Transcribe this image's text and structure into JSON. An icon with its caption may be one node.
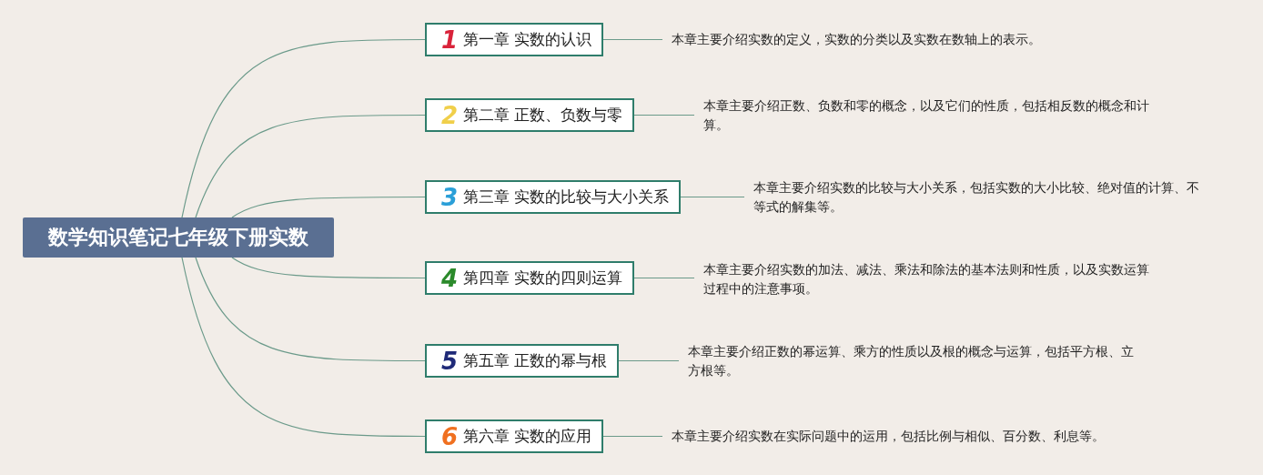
{
  "diagram": {
    "nodes": [
      {
        "text": [
          "数学知识笔记七年级下册实数"
        ]
      },
      {
        "text": [
          "1",
          "第一章 实数的认识"
        ]
      },
      {
        "text": [
          "本章主要介绍实数的定义，实数的分类以及实数在数轴上的表示。"
        ]
      },
      {
        "text": [
          "2",
          "第二章 正数、负数与零"
        ]
      },
      {
        "text": [
          "本章主要介绍正数、负数和零的概念，以及它们的性质，包括相反数的概念和计算。"
        ]
      },
      {
        "text": [
          "3",
          "第三章 实数的比较与大小关系"
        ]
      },
      {
        "text": [
          "本章主要介绍实数的比较与大小关系，包括实数的大小比较、绝对值的计算、不等式的解集等。"
        ]
      },
      {
        "text": [
          "4",
          "第四章 实数的四则运算"
        ]
      },
      {
        "text": [
          "本章主要介绍实数的加法、减法、乘法和除法的基本法则和性质，以及实数运算过程中的注意事项。"
        ]
      },
      {
        "text": [
          "5",
          "第五章 正数的幂与根"
        ]
      },
      {
        "text": [
          "本章主要介绍正数的幂运算、乘方的性质以及根的概念与运算，包括平方根、立方根等。"
        ]
      },
      {
        "text": [
          "6",
          "第六章 实数的应用"
        ]
      },
      {
        "text": [
          "本章主要介绍实数在实际问题中的运用，包括比例与相似、百分数、利息等。"
        ]
      }
    ],
    "edges": [
      {
        "from": 0,
        "to": 1,
        "arrow": "none"
      },
      {
        "from": 0,
        "to": 3,
        "arrow": "none"
      },
      {
        "from": 0,
        "to": 5,
        "arrow": "none"
      },
      {
        "from": 0,
        "to": 7,
        "arrow": "none"
      },
      {
        "from": 0,
        "to": 9,
        "arrow": "none"
      },
      {
        "from": 0,
        "to": 11,
        "arrow": "none"
      },
      {
        "from": 1,
        "to": 2,
        "arrow": "none"
      },
      {
        "from": 3,
        "to": 4,
        "arrow": "none"
      },
      {
        "from": 5,
        "to": 6,
        "arrow": "none"
      },
      {
        "from": 7,
        "to": 8,
        "arrow": "none"
      },
      {
        "from": 9,
        "to": 10,
        "arrow": "none"
      },
      {
        "from": 11,
        "to": 12,
        "arrow": "none"
      }
    ]
  }
}
